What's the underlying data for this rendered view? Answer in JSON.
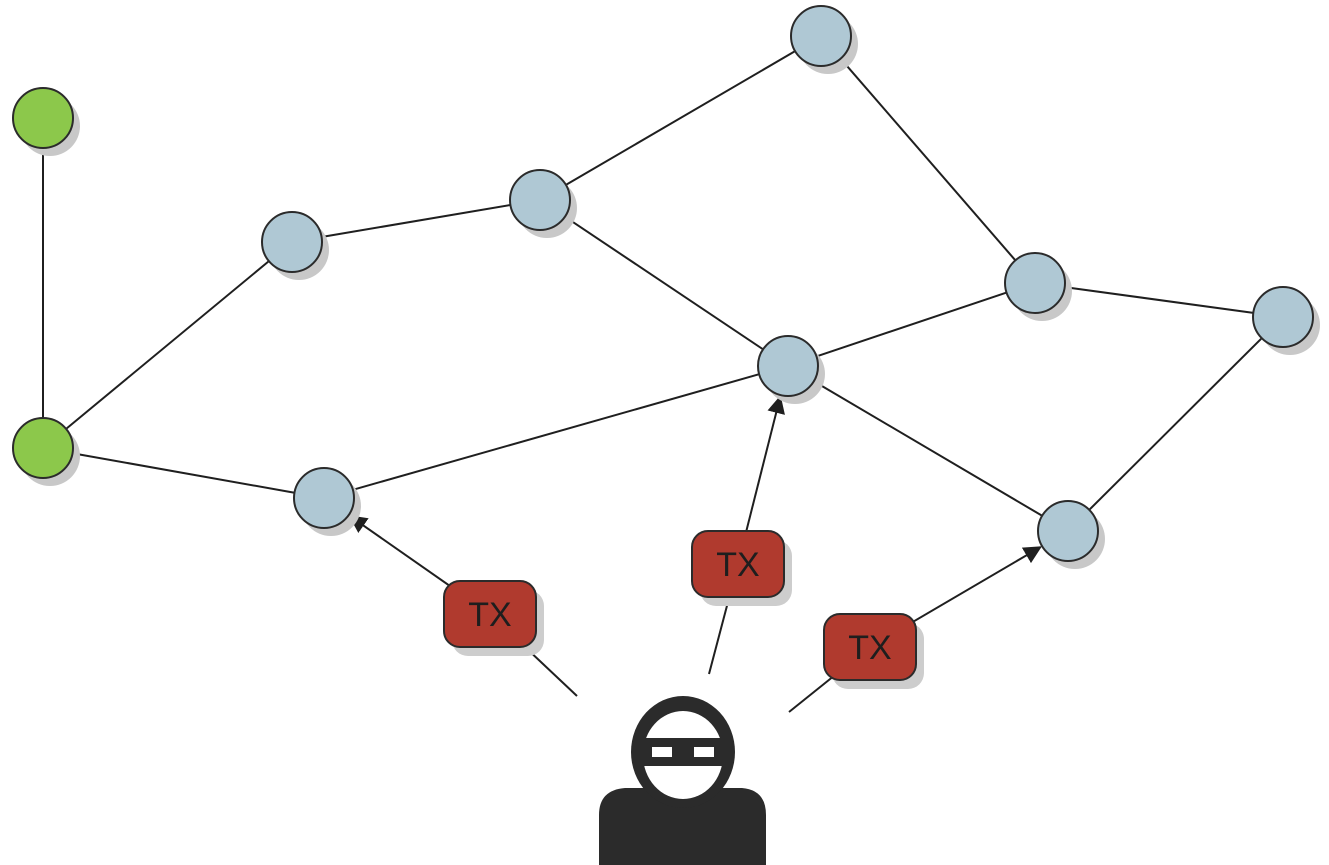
{
  "colors": {
    "peer_node": "#afc8d4",
    "special_node": "#8cc84b",
    "transaction": "#b03a2e",
    "edge": "#1f1f1f",
    "attacker": "#2b2b2b"
  },
  "nodes": [
    {
      "id": "g1",
      "kind": "special"
    },
    {
      "id": "g2",
      "kind": "special"
    },
    {
      "id": "n1",
      "kind": "peer"
    },
    {
      "id": "n2",
      "kind": "peer"
    },
    {
      "id": "n3",
      "kind": "peer"
    },
    {
      "id": "n4",
      "kind": "peer"
    },
    {
      "id": "n5",
      "kind": "peer"
    },
    {
      "id": "n6",
      "kind": "peer"
    },
    {
      "id": "n7",
      "kind": "peer"
    },
    {
      "id": "n8",
      "kind": "peer"
    }
  ],
  "edges": [
    [
      "g1",
      "g2"
    ],
    [
      "g2",
      "n1"
    ],
    [
      "g2",
      "n5"
    ],
    [
      "n1",
      "n2"
    ],
    [
      "n2",
      "n3"
    ],
    [
      "n2",
      "n4"
    ],
    [
      "n3",
      "n6"
    ],
    [
      "n4",
      "n5"
    ],
    [
      "n4",
      "n6"
    ],
    [
      "n4",
      "n8"
    ],
    [
      "n6",
      "n7"
    ],
    [
      "n7",
      "n8"
    ]
  ],
  "transactions": [
    {
      "label": "TX",
      "target": "n5"
    },
    {
      "label": "TX",
      "target": "n4"
    },
    {
      "label": "TX",
      "target": "n8"
    }
  ],
  "attacker": {
    "icon": "masked-attacker-icon"
  }
}
